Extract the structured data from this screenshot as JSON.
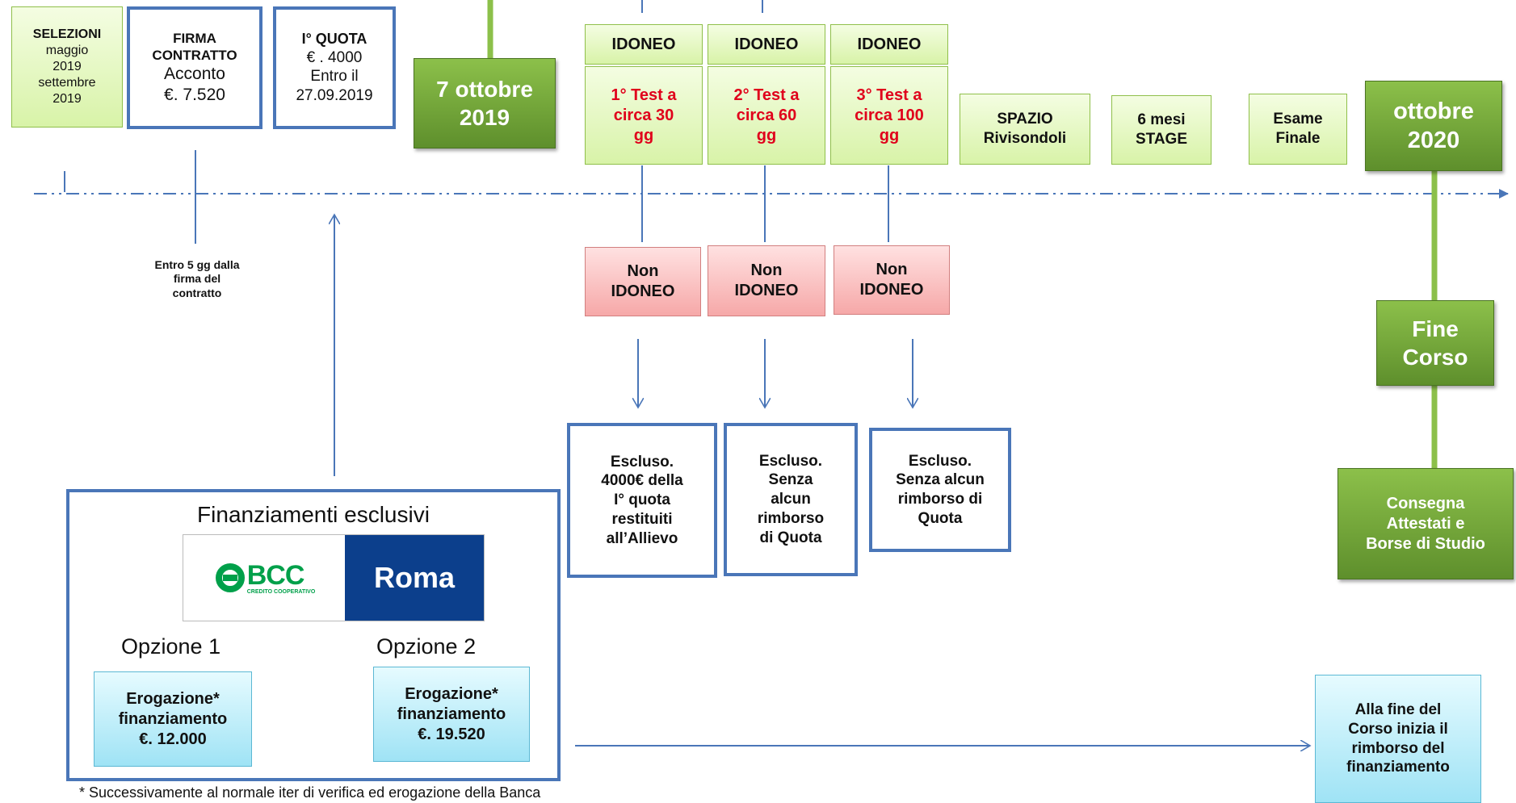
{
  "top": {
    "selezioni": {
      "title": "SELEZIONI",
      "l1": "maggio",
      "l2": "2019",
      "l3": "settembre",
      "l4": "2019"
    },
    "firma": {
      "title1": "FIRMA",
      "title2": "CONTRATTO",
      "l1": "Acconto",
      "l2": "€. 7.520"
    },
    "quota": {
      "title": "I° QUOTA",
      "l1": "€ . 4000",
      "l2": "Entro il",
      "l3": "27.09.2019"
    },
    "start": {
      "l1": "7 ottobre",
      "l2": "2019"
    },
    "idoneo": [
      "IDONEO",
      "IDONEO",
      "IDONEO"
    ],
    "tests": [
      {
        "l1": "1° Test a",
        "l2": "circa 30",
        "l3": "gg"
      },
      {
        "l1": "2° Test a",
        "l2": "circa  60",
        "l3": "gg"
      },
      {
        "l1": "3° Test a",
        "l2": "circa 100",
        "l3": "gg"
      }
    ],
    "spazio": {
      "l1": "SPAZIO",
      "l2": "Rivisondoli"
    },
    "stage": {
      "l1": "6 mesi",
      "l2": "STAGE"
    },
    "esame": {
      "l1": "Esame",
      "l2": "Finale"
    },
    "end": {
      "l1": "ottobre",
      "l2": "2020"
    }
  },
  "note_firma": {
    "l1": "Entro 5 gg dalla",
    "l2": "firma del",
    "l3": "contratto"
  },
  "non_idoneo": [
    {
      "l1": "Non",
      "l2": "IDONEO"
    },
    {
      "l1": "Non",
      "l2": "IDONEO"
    },
    {
      "l1": "Non",
      "l2": "IDONEO"
    }
  ],
  "esclusi": [
    {
      "l1": "Escluso.",
      "l2": "4000€ della",
      "l3": "I° quota",
      "l4": "restituiti",
      "l5": "all’Allievo"
    },
    {
      "l1": "Escluso.",
      "l2": "Senza",
      "l3": "alcun",
      "l4": "rimborso",
      "l5": "di Quota"
    },
    {
      "l1": "Escluso.",
      "l2": "Senza alcun",
      "l3": "rimborso di",
      "l4": "Quota"
    }
  ],
  "fine_corso": {
    "l1": "Fine",
    "l2": "Corso"
  },
  "consegna": {
    "l1": "Consegna",
    "l2": "Attestati e",
    "l3": "Borse di Studio"
  },
  "finanziamenti": {
    "title": "Finanziamenti esclusivi",
    "logo": {
      "bcc": "BCC",
      "sub": "CREDITO COOPERATIVO",
      "roma": "Roma"
    },
    "opzione1": "Opzione 1",
    "opzione2": "Opzione 2",
    "erog1": {
      "l1": "Erogazione*",
      "l2": "finanziamento",
      "l3": "€. 12.000"
    },
    "erog2": {
      "l1": "Erogazione*",
      "l2": "finanziamento",
      "l3": "€. 19.520"
    }
  },
  "rimborso": {
    "l1": "Alla fine del",
    "l2": "Corso inizia il",
    "l3": "rimborso del",
    "l4": "finanziamento"
  },
  "footnote": "* Successivamente al normale iter di verifica ed erogazione della Banca",
  "colors": {
    "blue": "#4a76b8",
    "green": "#8cc04a",
    "red_text": "#e0001b"
  }
}
